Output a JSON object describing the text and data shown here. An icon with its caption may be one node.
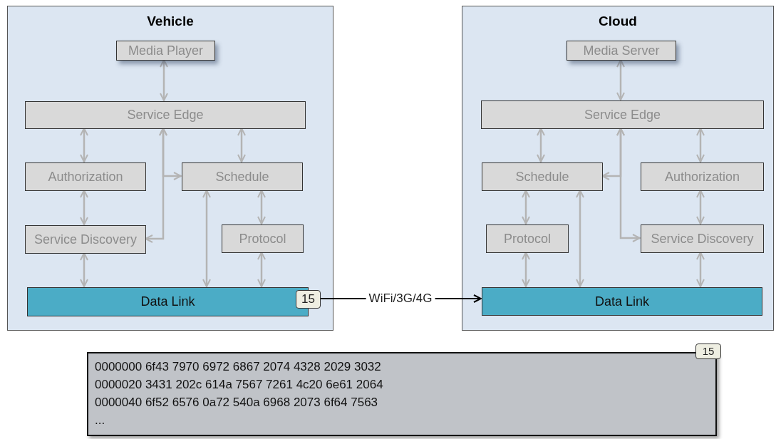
{
  "diagram": {
    "nodes": [
      {
        "text": [
          "Vehicle"
        ]
      },
      {
        "text": [
          "Media Player"
        ],
        "in": 0
      },
      {
        "text": [
          "Service Edge"
        ],
        "in": 0
      },
      {
        "text": [
          "Authorization"
        ],
        "in": 0
      },
      {
        "text": [
          "Schedule"
        ],
        "in": 0
      },
      {
        "text": [
          "Service Discovery"
        ],
        "in": 0
      },
      {
        "text": [
          "Protocol"
        ],
        "in": 0
      },
      {
        "text": [
          "Data Link"
        ],
        "in": 0
      },
      {
        "text": [
          "15"
        ],
        "in": 0
      },
      {
        "text": [
          "Cloud"
        ]
      },
      {
        "text": [
          "Media Server"
        ],
        "in": 9
      },
      {
        "text": [
          "Service Edge"
        ],
        "in": 9
      },
      {
        "text": [
          "Schedule"
        ],
        "in": 9
      },
      {
        "text": [
          "Authorization"
        ],
        "in": 9
      },
      {
        "text": [
          "Protocol"
        ],
        "in": 9
      },
      {
        "text": [
          "Service Discovery"
        ],
        "in": 9
      },
      {
        "text": [
          "Data Link"
        ],
        "in": 9
      },
      {
        "text": [
          "0000000 6f43 7970 6972 6867 2074 4328 2029 3032",
          "0000020 3431 202c 614a 7567 7261 4c20 6e61 2064",
          "0000040 6f52 6576 0a72 540a 6968 2073 6f64 7563",
          "..."
        ]
      },
      {
        "text": [
          "15"
        ]
      }
    ],
    "edges": [
      {
        "from": 1,
        "to": 2,
        "arrow": "both"
      },
      {
        "from": 2,
        "to": 3,
        "arrow": "both"
      },
      {
        "from": 2,
        "to": 4,
        "arrow": "both"
      },
      {
        "from": 2,
        "to": 4,
        "arrow": "both"
      },
      {
        "from": 2,
        "to": 5,
        "arrow": "both"
      },
      {
        "from": 3,
        "to": 5,
        "arrow": "both"
      },
      {
        "from": 4,
        "to": 6,
        "arrow": "both"
      },
      {
        "from": 4,
        "to": 7,
        "arrow": "both"
      },
      {
        "from": 5,
        "to": 7,
        "arrow": "both"
      },
      {
        "from": 6,
        "to": 7,
        "arrow": "both"
      },
      {
        "from": 8,
        "to": 16,
        "arrow": "to",
        "label": "WiFi/3G/4G",
        "color": "#000000"
      },
      {
        "from": 10,
        "to": 11,
        "arrow": "both"
      },
      {
        "from": 11,
        "to": 12,
        "arrow": "both"
      },
      {
        "from": 11,
        "to": 13,
        "arrow": "both"
      },
      {
        "from": 11,
        "to": 12,
        "arrow": "both"
      },
      {
        "from": 11,
        "to": 15,
        "arrow": "both"
      },
      {
        "from": 12,
        "to": 14,
        "arrow": "both"
      },
      {
        "from": 12,
        "to": 16,
        "arrow": "both"
      },
      {
        "from": 13,
        "to": 15,
        "arrow": "both"
      },
      {
        "from": 14,
        "to": 16,
        "arrow": "both"
      },
      {
        "from": 15,
        "to": 16,
        "arrow": "both"
      }
    ]
  }
}
